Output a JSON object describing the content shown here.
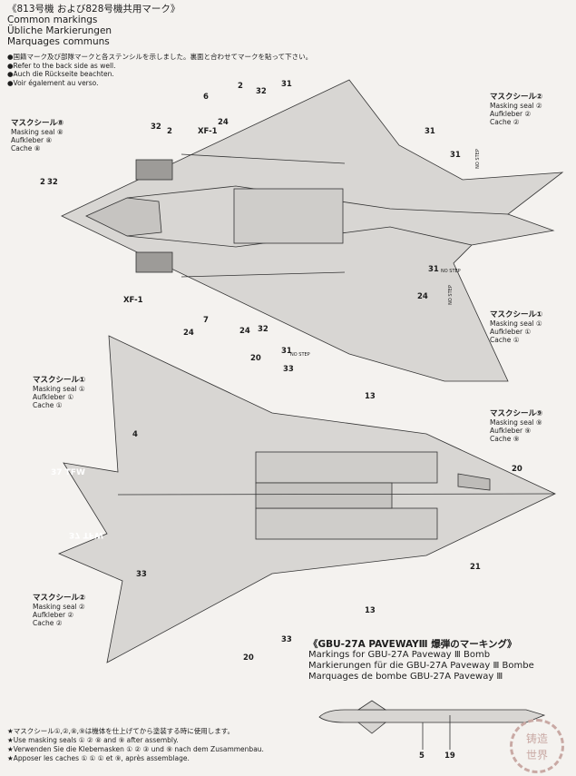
{
  "header": {
    "title_jp": "《813号機 および828号機共用マーク》",
    "title_en": "Common markings",
    "title_de": "Übliche Markierungen",
    "title_fr": "Marquages communs"
  },
  "notes": [
    "●国籍マーク及び部隊マークと各ステンシルを示しました。裏面と合わせてマークを貼って下さい。",
    "●Refer to the back side as well.",
    "●Auch die Rückseite beachten.",
    "●Voir également au verso."
  ],
  "masks": {
    "m8_top": {
      "jp": "マスクシール⑧",
      "en": "Masking seal ⑧",
      "de": "Aufkleber ⑧",
      "fr": "Cache ⑧"
    },
    "m2_top": {
      "jp": "マスクシール②",
      "en": "Masking seal ②",
      "de": "Aufkleber ②",
      "fr": "Cache ②"
    },
    "m1_right": {
      "jp": "マスクシール①",
      "en": "Masking seal ①",
      "de": "Aufkleber ①",
      "fr": "Cache ①"
    },
    "m1_left": {
      "jp": "マスクシール①",
      "en": "Masking seal ①",
      "de": "Aufkleber ①",
      "fr": "Cache ①"
    },
    "m9": {
      "jp": "マスクシール⑨",
      "en": "Masking seal ⑨",
      "de": "Aufkleber ⑨",
      "fr": "Cache ⑨"
    },
    "m2_bottom": {
      "jp": "マスクシール②",
      "en": "Masking seal ②",
      "de": "Aufkleber ②",
      "fr": "Cache ②"
    }
  },
  "callouts": {
    "c6": "6",
    "c2a": "2",
    "c32a": "32",
    "c31a": "31",
    "c31b": "31",
    "c24a": "24",
    "c32b": "32",
    "c2b": "2",
    "xf1a": "XF-1",
    "c32c": "32",
    "c2c": "2",
    "c31c": "31",
    "c31d": "31",
    "xf1b": "XF-1",
    "c7": "7",
    "c24b": "24",
    "c24c": "24",
    "c32d": "32",
    "c31e": "31",
    "c24d": "24",
    "c20a": "20",
    "c33a": "33",
    "c13a": "13",
    "c4": "4",
    "c20b": "20",
    "c33b": "33",
    "c21": "21",
    "c13b": "13",
    "c20c": "20",
    "c33c": "33",
    "c5": "5",
    "c19": "19"
  },
  "stencils": {
    "tfw": "37 TFW",
    "tfw_mirror": "37 TFW",
    "no_step_a": "NO STEP",
    "no_step_b": "NO STEP",
    "no_step_c": "NO STEP",
    "no_step_d": "NO STEP"
  },
  "bomb": {
    "title_jp": "《GBU-27A PAVEWAYⅢ 爆弾のマーキング》",
    "title_en": "Markings for GBU-27A Paveway Ⅲ Bomb",
    "title_de": "Markierungen für die GBU-27A Paveway Ⅲ Bombe",
    "title_fr": "Marquages de bombe GBU-27A Paveway Ⅲ"
  },
  "footer": [
    "★マスクシール①,②,⑧,⑨は機体を仕上げてから塗装する時に使用します。",
    "★Use masking seals ① ② ⑧ and ⑨ after assembly.",
    "★Verwenden Sie die Klebemasken ① ② ③ und ⑨ nach dem Zusammenbau.",
    "★Apposer les caches ① ① ① et ⑨, après assemblage."
  ],
  "watermark": {
    "line1": "铸造",
    "line2": "世界"
  },
  "colors": {
    "ink": "#1d1d1d",
    "paper": "#f4f2ef",
    "plane_fill": "#d8d6d3",
    "watermark": "#c9a9a4"
  }
}
